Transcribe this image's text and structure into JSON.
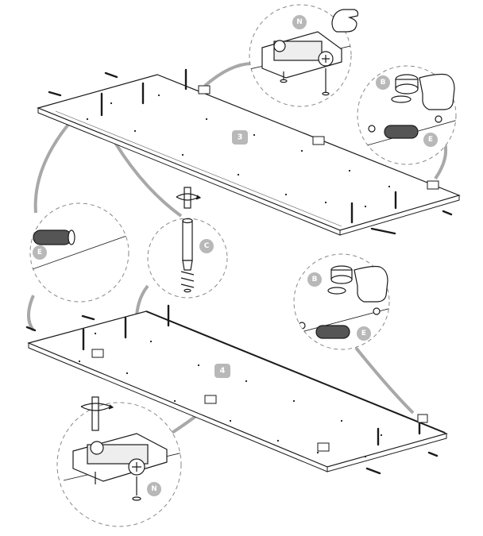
{
  "steps": [
    {
      "number": "3"
    },
    {
      "number": "4"
    }
  ],
  "parts": {
    "N": "N",
    "B": "B",
    "E": "E",
    "C": "C"
  },
  "colors": {
    "line": "#1a1a1a",
    "badge": "#b8b8b8",
    "callout": "#a8a8a8",
    "panel_edge": "#555555"
  }
}
